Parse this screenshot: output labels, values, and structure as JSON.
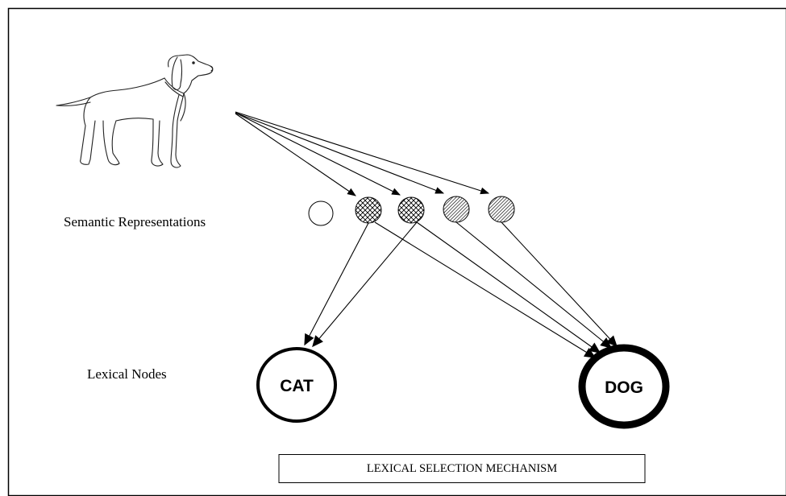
{
  "labels": {
    "semantic": "Semantic Representations",
    "lexical": "Lexical Nodes"
  },
  "nodes": {
    "cat": "CAT",
    "dog": "DOG"
  },
  "mechanism": "LEXICAL SELECTION MECHANISM",
  "semantic_features": [
    {
      "pattern": "none"
    },
    {
      "pattern": "crosshatch"
    },
    {
      "pattern": "crosshatch"
    },
    {
      "pattern": "diagonal"
    },
    {
      "pattern": "diagonal"
    }
  ],
  "picture": "dog-drawing"
}
